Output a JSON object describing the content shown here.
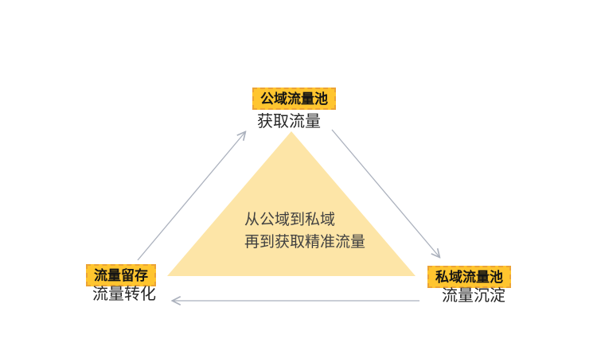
{
  "diagram": {
    "center_text": {
      "line1": "从公域到私域",
      "line2": "再到获取精准流量"
    },
    "nodes": {
      "top": {
        "label": "公域流量池",
        "sublabel": "获取流量"
      },
      "bottom_left": {
        "label": "流量留存",
        "sublabel": "流量转化"
      },
      "bottom_right": {
        "label": "私域流量池",
        "sublabel": "流量沉淀"
      }
    },
    "arrows": [
      {
        "name": "bottom-left-to-top",
        "direction": "up-right"
      },
      {
        "name": "top-to-bottom-right",
        "direction": "down-right"
      },
      {
        "name": "bottom-right-to-bottom-left",
        "direction": "left"
      }
    ],
    "colors": {
      "triangle_fill": "#fde5a7",
      "node_fill": "#ffc52f",
      "node_border": "#eca336",
      "arrow_stroke": "#abb1bd",
      "label_text": "#141414",
      "center_text": "#404040"
    }
  }
}
